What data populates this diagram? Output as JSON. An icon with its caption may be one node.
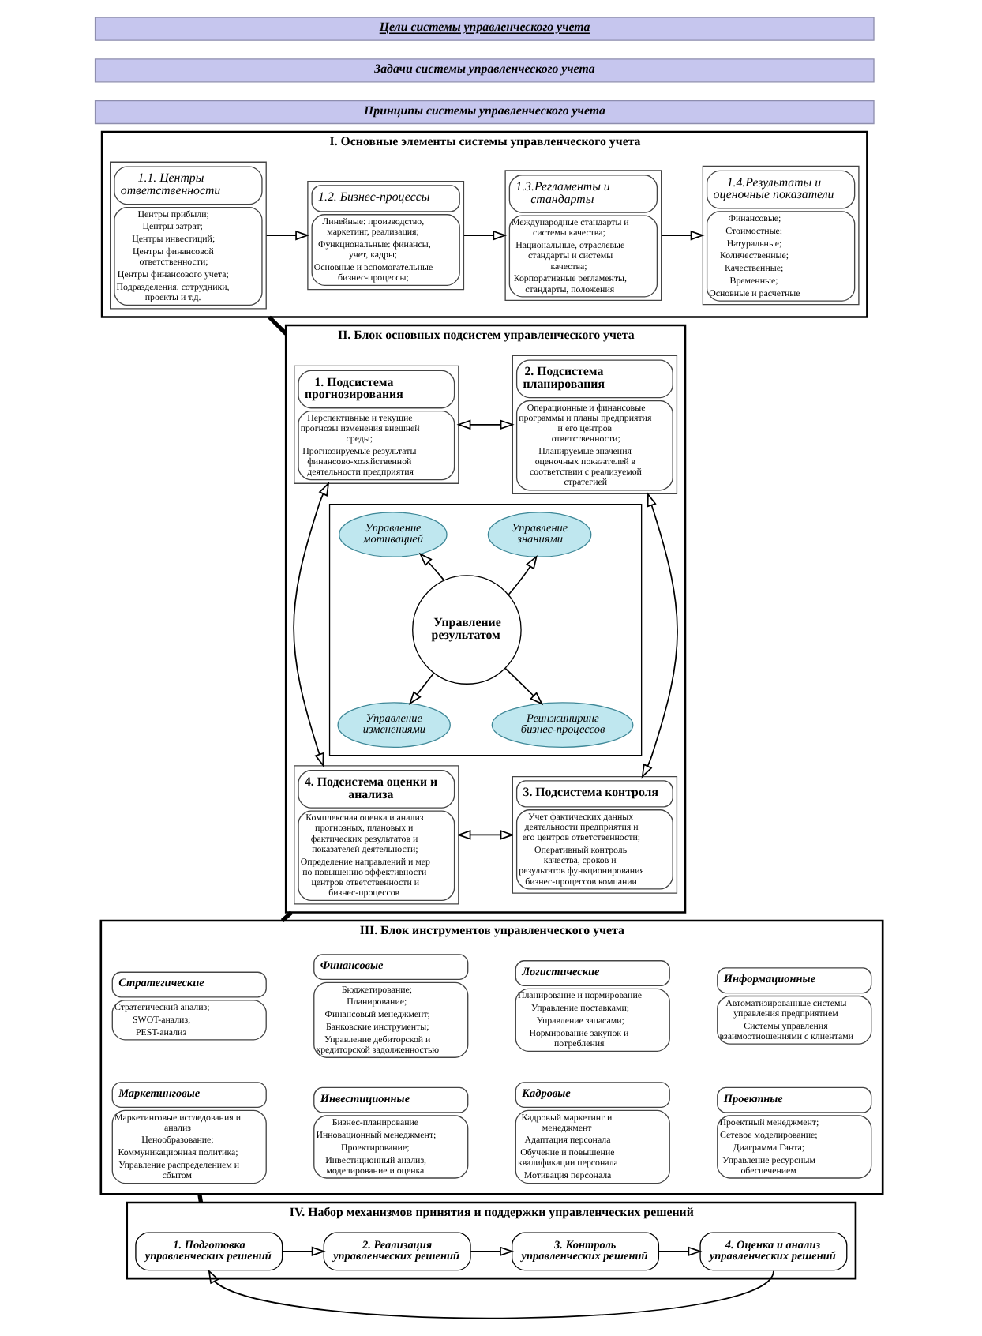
{
  "diagram": {
    "nodes": [
      {
        "text": [
          "Цели системы управленческого учета"
        ]
      },
      {
        "text": [
          "Задачи системы управленческого учета"
        ]
      },
      {
        "text": [
          "Принципы системы управленческого учета"
        ]
      },
      {
        "text": [
          "I. Основные элементы системы управленческого учета"
        ]
      },
      {
        "text": [
          "1.1. Центры ответственности",
          "Центры прибыли;",
          "Центры затрат;",
          "Центры инвестиций;",
          "Центры финансовой ответственности;",
          "Центры финансового учета;",
          "Подразделения, сотрудники, проекты и т.д."
        ],
        "in": 3
      },
      {
        "text": [
          "1.2. Бизнес-процессы",
          "Линейные: производство, маркетинг, реализация;",
          "Функциональные: финансы, учет, кадры;",
          "Основные и вспомогательные бизнес-процессы;"
        ],
        "in": 3
      },
      {
        "text": [
          "1.3.Регламенты и стандарты",
          "Международные стандарты и системы качества;",
          "Национальные, отраслевые стандарты и системы качества;",
          "Корпоративные регламенты, стандарты, положения"
        ],
        "in": 3
      },
      {
        "text": [
          "1.4.Результаты и оценочные показатели",
          "Финансовые;",
          "Стоимостные;",
          "Натуральные;",
          "Количественные;",
          "Качественные;",
          "Временные;",
          "Основные и расчетные"
        ],
        "in": 3
      },
      {
        "text": [
          "II. Блок основных подсистем управленческого учета"
        ]
      },
      {
        "text": [
          "1. Подсистема прогнозирования",
          "Перспективные и текущие прогнозы изменения внешней среды;",
          "Прогнозируемые результаты финансово-хозяйственной деятельности предприятия"
        ],
        "in": 8
      },
      {
        "text": [
          "2. Подсистема планирования",
          "Операционные и финансовые программы и планы предприятия и его центров ответственности;",
          "Планируемые значения оценочных показателей в соответствии с реализуемой стратегией"
        ],
        "in": 8
      },
      {
        "text": [],
        "shape": "box",
        "in": 8
      },
      {
        "text": [
          "Управление мотивацией"
        ],
        "in": 11
      },
      {
        "text": [
          "Управление знаниями"
        ],
        "in": 11
      },
      {
        "text": [
          "Управление результатом"
        ],
        "in": 11
      },
      {
        "text": [
          "Управление изменениями"
        ],
        "in": 11
      },
      {
        "text": [
          "Реинжиниринг бизнес-процессов"
        ],
        "in": 11
      },
      {
        "text": [
          "4. Подсистема оценки и анализа",
          "Комплексная оценка и анализ прогнозных, плановых и фактических результатов и показателей деятельности;",
          "Определение направлений и мер по повышению эффективности центров ответственности и бизнес-процессов"
        ],
        "in": 8
      },
      {
        "text": [
          "3. Подсистема контроля",
          "Учет фактических данных деятельности предприятия и его центров ответственности;",
          "Оперативный контроль качества, сроков и результатов функционирования бизнес-процессов компании"
        ],
        "in": 8
      },
      {
        "text": [
          "III. Блок инструментов управленческого учета"
        ]
      },
      {
        "text": [
          "Стратегические",
          "Стратегический анализ;",
          "SWOT-анализ;",
          "PEST-анализ"
        ],
        "in": 19
      },
      {
        "text": [
          "Финансовые",
          "Бюджетирование;",
          "Планирование;",
          "Финансовый менеджмент;",
          "Банковские инструменты;",
          "Управление дебиторской и кредиторской задолженностью"
        ],
        "in": 19
      },
      {
        "text": [
          "Логистические",
          "Планирование и нормирование",
          "Управление поставками;",
          "Управление запасами;",
          "Нормирование закупок и потребления"
        ],
        "in": 19
      },
      {
        "text": [
          "Информационные",
          "Автоматизированные системы управления предприятием",
          "Системы управления взаимоотношениями с клиентами"
        ],
        "in": 19
      },
      {
        "text": [
          "Маркетинговые",
          "Маркетинговые исследования и анализ",
          "Ценообразование;",
          "Коммуникационная политика;",
          "Управление распределением и сбытом"
        ],
        "in": 19
      },
      {
        "text": [
          "Инвестиционные",
          "Бизнес-планирование",
          "Инновационный менеджмент;",
          "Проектирование;",
          "Инвестиционный анализ, моделирование и оценка"
        ],
        "in": 19
      },
      {
        "text": [
          "Кадровые",
          "Кадровый маркетинг и менеджмент",
          "Адаптация персонала",
          "Обучение и повышение квалификации персонала",
          "Мотивация персонала"
        ],
        "in": 19
      },
      {
        "text": [
          "Проектные",
          "Проектный менеджмент;",
          "Сетевое моделирование;",
          "Диаграмма Ганта;",
          "Управление ресурсным обеспечением"
        ],
        "in": 19
      },
      {
        "text": [
          "IV. Набор механизмов принятия и поддержки управленческих решений"
        ]
      },
      {
        "text": [
          "1. Подготовка управленческих решений"
        ],
        "in": 28
      },
      {
        "text": [
          "2. Реализация управленческих решений"
        ],
        "in": 28
      },
      {
        "text": [
          "3. Контроль управленческих решений"
        ],
        "in": 28
      },
      {
        "text": [
          "4. Оценка и анализ управленческих решений"
        ],
        "in": 28
      }
    ],
    "edges": [
      {
        "from": 4,
        "to": 5,
        "arrow": "to"
      },
      {
        "from": 5,
        "to": 6,
        "arrow": "to"
      },
      {
        "from": 6,
        "to": 7,
        "arrow": "to"
      },
      {
        "from": 3,
        "to": 8,
        "arrow": "none",
        "style": "thick"
      },
      {
        "from": 9,
        "to": 10,
        "arrow": "both"
      },
      {
        "from": 9,
        "to": 17,
        "arrow": "both"
      },
      {
        "from": 10,
        "to": 18,
        "arrow": "both"
      },
      {
        "from": 14,
        "to": 12,
        "arrow": "to"
      },
      {
        "from": 14,
        "to": 13,
        "arrow": "to"
      },
      {
        "from": 14,
        "to": 15,
        "arrow": "to"
      },
      {
        "from": 14,
        "to": 16,
        "arrow": "to"
      },
      {
        "from": 17,
        "to": 18,
        "arrow": "both"
      },
      {
        "from": 8,
        "to": 19,
        "arrow": "none",
        "style": "thick"
      },
      {
        "from": 19,
        "to": 28,
        "arrow": "none",
        "style": "thick"
      },
      {
        "from": 29,
        "to": 30,
        "arrow": "to"
      },
      {
        "from": 30,
        "to": 31,
        "arrow": "to"
      },
      {
        "from": 31,
        "to": 32,
        "arrow": "to"
      },
      {
        "from": 32,
        "to": 29,
        "arrow": "to"
      }
    ]
  }
}
